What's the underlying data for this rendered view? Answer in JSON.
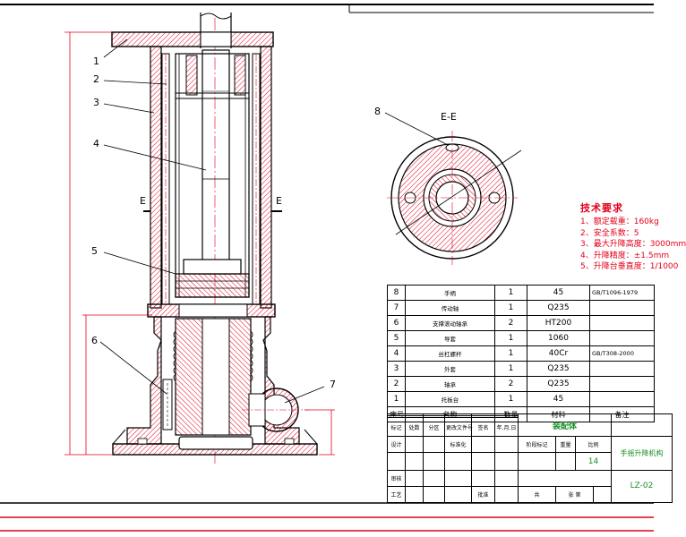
{
  "drawing": {
    "section_title": "E-E",
    "cut_labels": [
      "E",
      "E"
    ],
    "balloons": [
      "1",
      "2",
      "3",
      "4",
      "5",
      "6",
      "7",
      "8"
    ]
  },
  "colors": {
    "outline": "#000000",
    "hatch": "#e2001a",
    "centerline": "#e2001a",
    "dimension": "#e2001a",
    "note_text": "#e2001a",
    "title_text": "#1a8f2a"
  },
  "notes": {
    "title": "技术要求",
    "lines": [
      "1、额定载重：160kg",
      "2、安全系数：5",
      "3、最大升降高度：3000mm",
      "4、升降精度：±1.5mm",
      "5、升降台垂直度：1/1000"
    ]
  },
  "bom": {
    "rows": [
      {
        "no": "8",
        "name": "手柄",
        "qty": "1",
        "material": "45",
        "remark": "GB/T1096-1979"
      },
      {
        "no": "7",
        "name": "传动轴",
        "qty": "1",
        "material": "Q235",
        "remark": ""
      },
      {
        "no": "6",
        "name": "支撑滚动轴承",
        "qty": "2",
        "material": "HT200",
        "remark": ""
      },
      {
        "no": "5",
        "name": "导套",
        "qty": "1",
        "material": "1060",
        "remark": ""
      },
      {
        "no": "4",
        "name": "丝杠螺杆",
        "qty": "1",
        "material": "40Cr",
        "remark": "GB/T308-2000"
      },
      {
        "no": "3",
        "name": "外套",
        "qty": "1",
        "material": "Q235",
        "remark": ""
      },
      {
        "no": "2",
        "name": "轴承",
        "qty": "2",
        "material": "Q235",
        "remark": ""
      },
      {
        "no": "1",
        "name": "托板台",
        "qty": "1",
        "material": "45",
        "remark": ""
      }
    ],
    "headers": {
      "no": "序号",
      "name": "名称",
      "qty": "数量",
      "material": "材料",
      "remark": "备注"
    }
  },
  "title_block": {
    "assembly_name": "装配体",
    "product_name": "手摇升降机构",
    "drawing_no": "LZ-02",
    "sheet": "14",
    "labels": {
      "mark": "标记",
      "count": "处数",
      "zone": "分区",
      "change_doc": "更改文件号",
      "sign": "签名",
      "date": "年.月.日",
      "design": "设计",
      "standardize": "标准化",
      "stage_mark": "阶段标记",
      "weight": "重量",
      "scale": "比例",
      "review": "审核",
      "process": "工艺",
      "approve": "批准",
      "total_sheets": "共",
      "sheet_of": "张 第"
    }
  }
}
